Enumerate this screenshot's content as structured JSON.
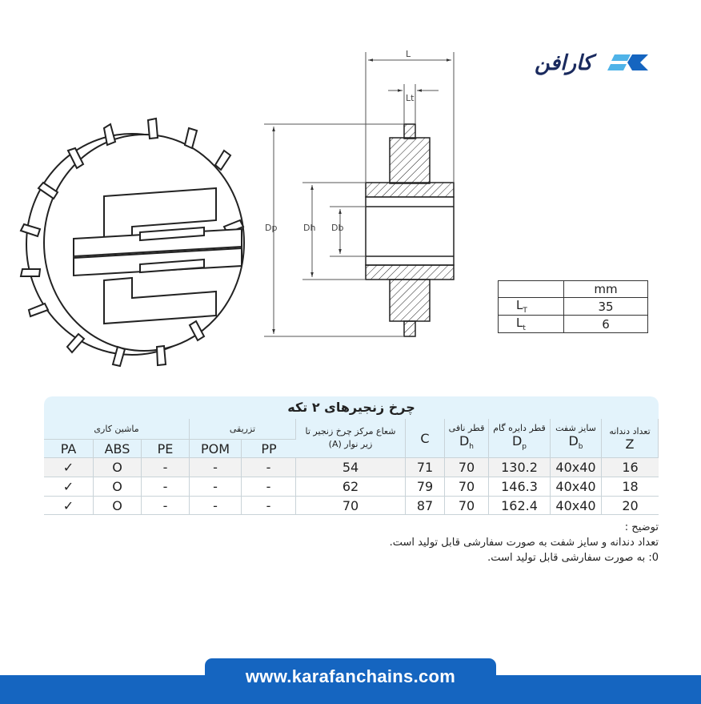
{
  "brand": {
    "logo_text": "کارافن",
    "primary": "#1a2a5e",
    "accent": "#4fb3e8"
  },
  "drawing": {
    "labels": {
      "L": "L",
      "Lt": "Lt",
      "Dp": "Dp",
      "Dh": "Dh",
      "Db": "Db"
    }
  },
  "dimension_table": {
    "unit": "mm",
    "rows": [
      {
        "label": "L",
        "sub": "T",
        "value": "35"
      },
      {
        "label": "L",
        "sub": "t",
        "value": "6"
      }
    ]
  },
  "spec_table": {
    "title": "چرخ زنجیرهای ۲ تکه",
    "groups": {
      "machining": "ماشین کاری",
      "injection": "تزریقی"
    },
    "headers": {
      "pa": "PA",
      "abs": "ABS",
      "pe": "PE",
      "pom": "POM",
      "pp": "PP",
      "a": "شعاع مرکز چرخ زنجیر تا زیر نوار (A)",
      "c": "C",
      "dh_fa": "قطر نافی",
      "dh": "D",
      "dh_sub": "h",
      "dp_fa": "قطر دایره گام",
      "dp": "D",
      "dp_sub": "p",
      "db_fa": "سایز شفت",
      "db": "D",
      "db_sub": "b",
      "z_fa": "تعداد دندانه",
      "z": "Z"
    },
    "rows": [
      {
        "pa": "✓",
        "abs": "O",
        "pe": "-",
        "pom": "-",
        "pp": "-",
        "a": "54",
        "c": "71",
        "dh": "70",
        "dp": "130.2",
        "db": "40x40",
        "z": "16"
      },
      {
        "pa": "✓",
        "abs": "O",
        "pe": "-",
        "pom": "-",
        "pp": "-",
        "a": "62",
        "c": "79",
        "dh": "70",
        "dp": "146.3",
        "db": "40x40",
        "z": "18"
      },
      {
        "pa": "✓",
        "abs": "O",
        "pe": "-",
        "pom": "-",
        "pp": "-",
        "a": "70",
        "c": "87",
        "dh": "70",
        "dp": "162.4",
        "db": "40x40",
        "z": "20"
      }
    ]
  },
  "notes": {
    "heading": "توضیح :",
    "line1": "تعداد دندانه و سایز شفت به صورت سفارشی قابل تولید است.",
    "line2": "0: به صورت سفارشی قابل تولید است."
  },
  "footer": {
    "url": "www.karafanchains.com"
  }
}
